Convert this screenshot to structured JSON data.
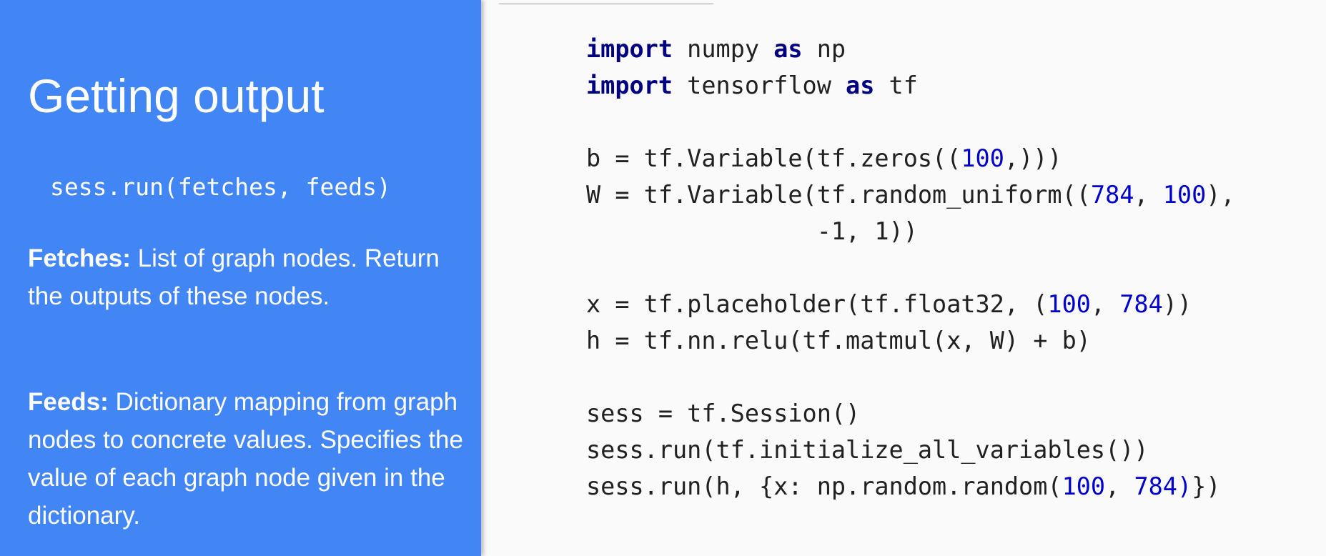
{
  "slide": {
    "title": "Getting output",
    "signature": "sess.run(fetches, feeds)",
    "fetches": {
      "label": "Fetches:",
      "text": " List of graph nodes. Return the outputs of these nodes."
    },
    "feeds": {
      "label": "Feeds:",
      "text": " Dictionary mapping from graph nodes to concrete values. Specifies the value of each graph node given in the dictionary."
    }
  },
  "code": {
    "lines": [
      [
        {
          "t": "import",
          "c": "kw"
        },
        {
          "t": " numpy "
        },
        {
          "t": "as",
          "c": "kw"
        },
        {
          "t": " np"
        }
      ],
      [
        {
          "t": "import",
          "c": "kw"
        },
        {
          "t": " tensorflow "
        },
        {
          "t": "as",
          "c": "kw"
        },
        {
          "t": " tf"
        }
      ],
      [],
      [
        {
          "t": "b = tf.Variable(tf.zeros(("
        },
        {
          "t": "100",
          "c": "num"
        },
        {
          "t": ",)))"
        }
      ],
      [
        {
          "t": "W = tf.Variable(tf.random_uniform(("
        },
        {
          "t": "784",
          "c": "num"
        },
        {
          "t": ", "
        },
        {
          "t": "100",
          "c": "num"
        },
        {
          "t": "),"
        }
      ],
      [
        {
          "t": "                -1, 1))"
        }
      ],
      [],
      [
        {
          "t": "x = tf.placeholder(tf.float32, ("
        },
        {
          "t": "100",
          "c": "num"
        },
        {
          "t": ", "
        },
        {
          "t": "784",
          "c": "num"
        },
        {
          "t": "))"
        }
      ],
      [
        {
          "t": "h = tf.nn.relu(tf.matmul(x, W) + b)"
        }
      ],
      [],
      [
        {
          "t": "sess = tf.Session()"
        }
      ],
      [
        {
          "t": "sess.run(tf.initialize_all_variables())"
        }
      ],
      [
        {
          "t": "sess.run(h, {x: np.random.random("
        },
        {
          "t": "100",
          "c": "num"
        },
        {
          "t": ", "
        },
        {
          "t": "784)",
          "c": "num"
        },
        {
          "t": "})"
        }
      ]
    ]
  },
  "colors": {
    "panel": "#4285f4",
    "background": "#fafafa",
    "keyword": "#000080",
    "number": "#0000cc",
    "code_text": "#212121"
  }
}
